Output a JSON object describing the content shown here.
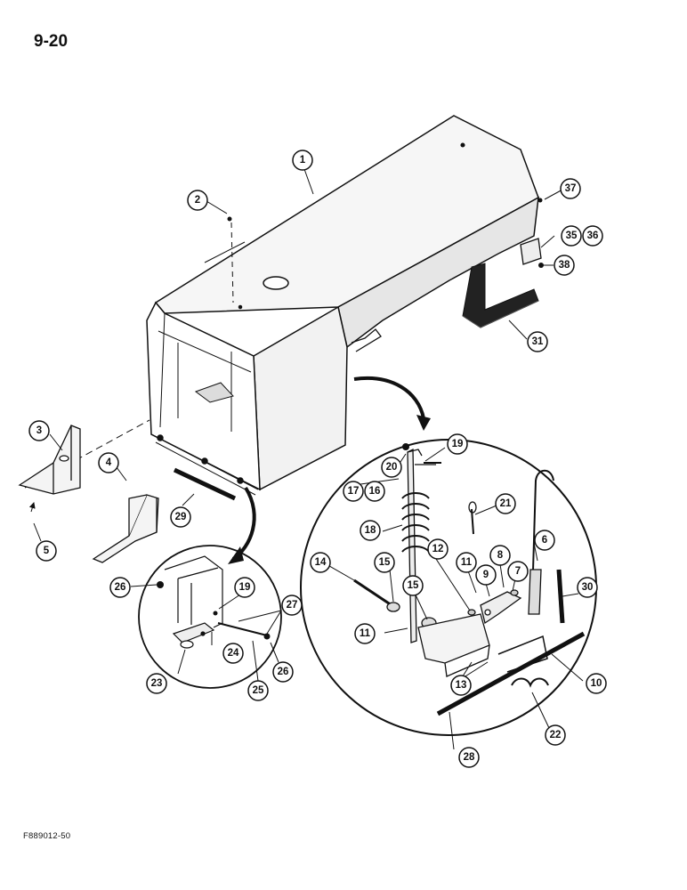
{
  "page_number": "9-20",
  "figure_code": "F889012-50",
  "callouts": {
    "c1": "1",
    "c2": "2",
    "c3": "3",
    "c4": "4",
    "c5": "5",
    "c6": "6",
    "c7": "7",
    "c8": "8",
    "c9": "9",
    "c10": "10",
    "c11a": "11",
    "c11b": "11",
    "c12": "12",
    "c13": "13",
    "c14": "14",
    "c15a": "15",
    "c15b": "15",
    "c16": "16",
    "c17": "17",
    "c18": "18",
    "c19a": "19",
    "c19b": "19",
    "c20": "20",
    "c21": "21",
    "c22": "22",
    "c23": "23",
    "c24": "24",
    "c25": "25",
    "c26a": "26",
    "c26b": "26",
    "c27": "27",
    "c28": "28",
    "c29": "29",
    "c30": "30",
    "c31": "31",
    "c35": "35",
    "c36": "36",
    "c37": "37",
    "c38": "38"
  }
}
